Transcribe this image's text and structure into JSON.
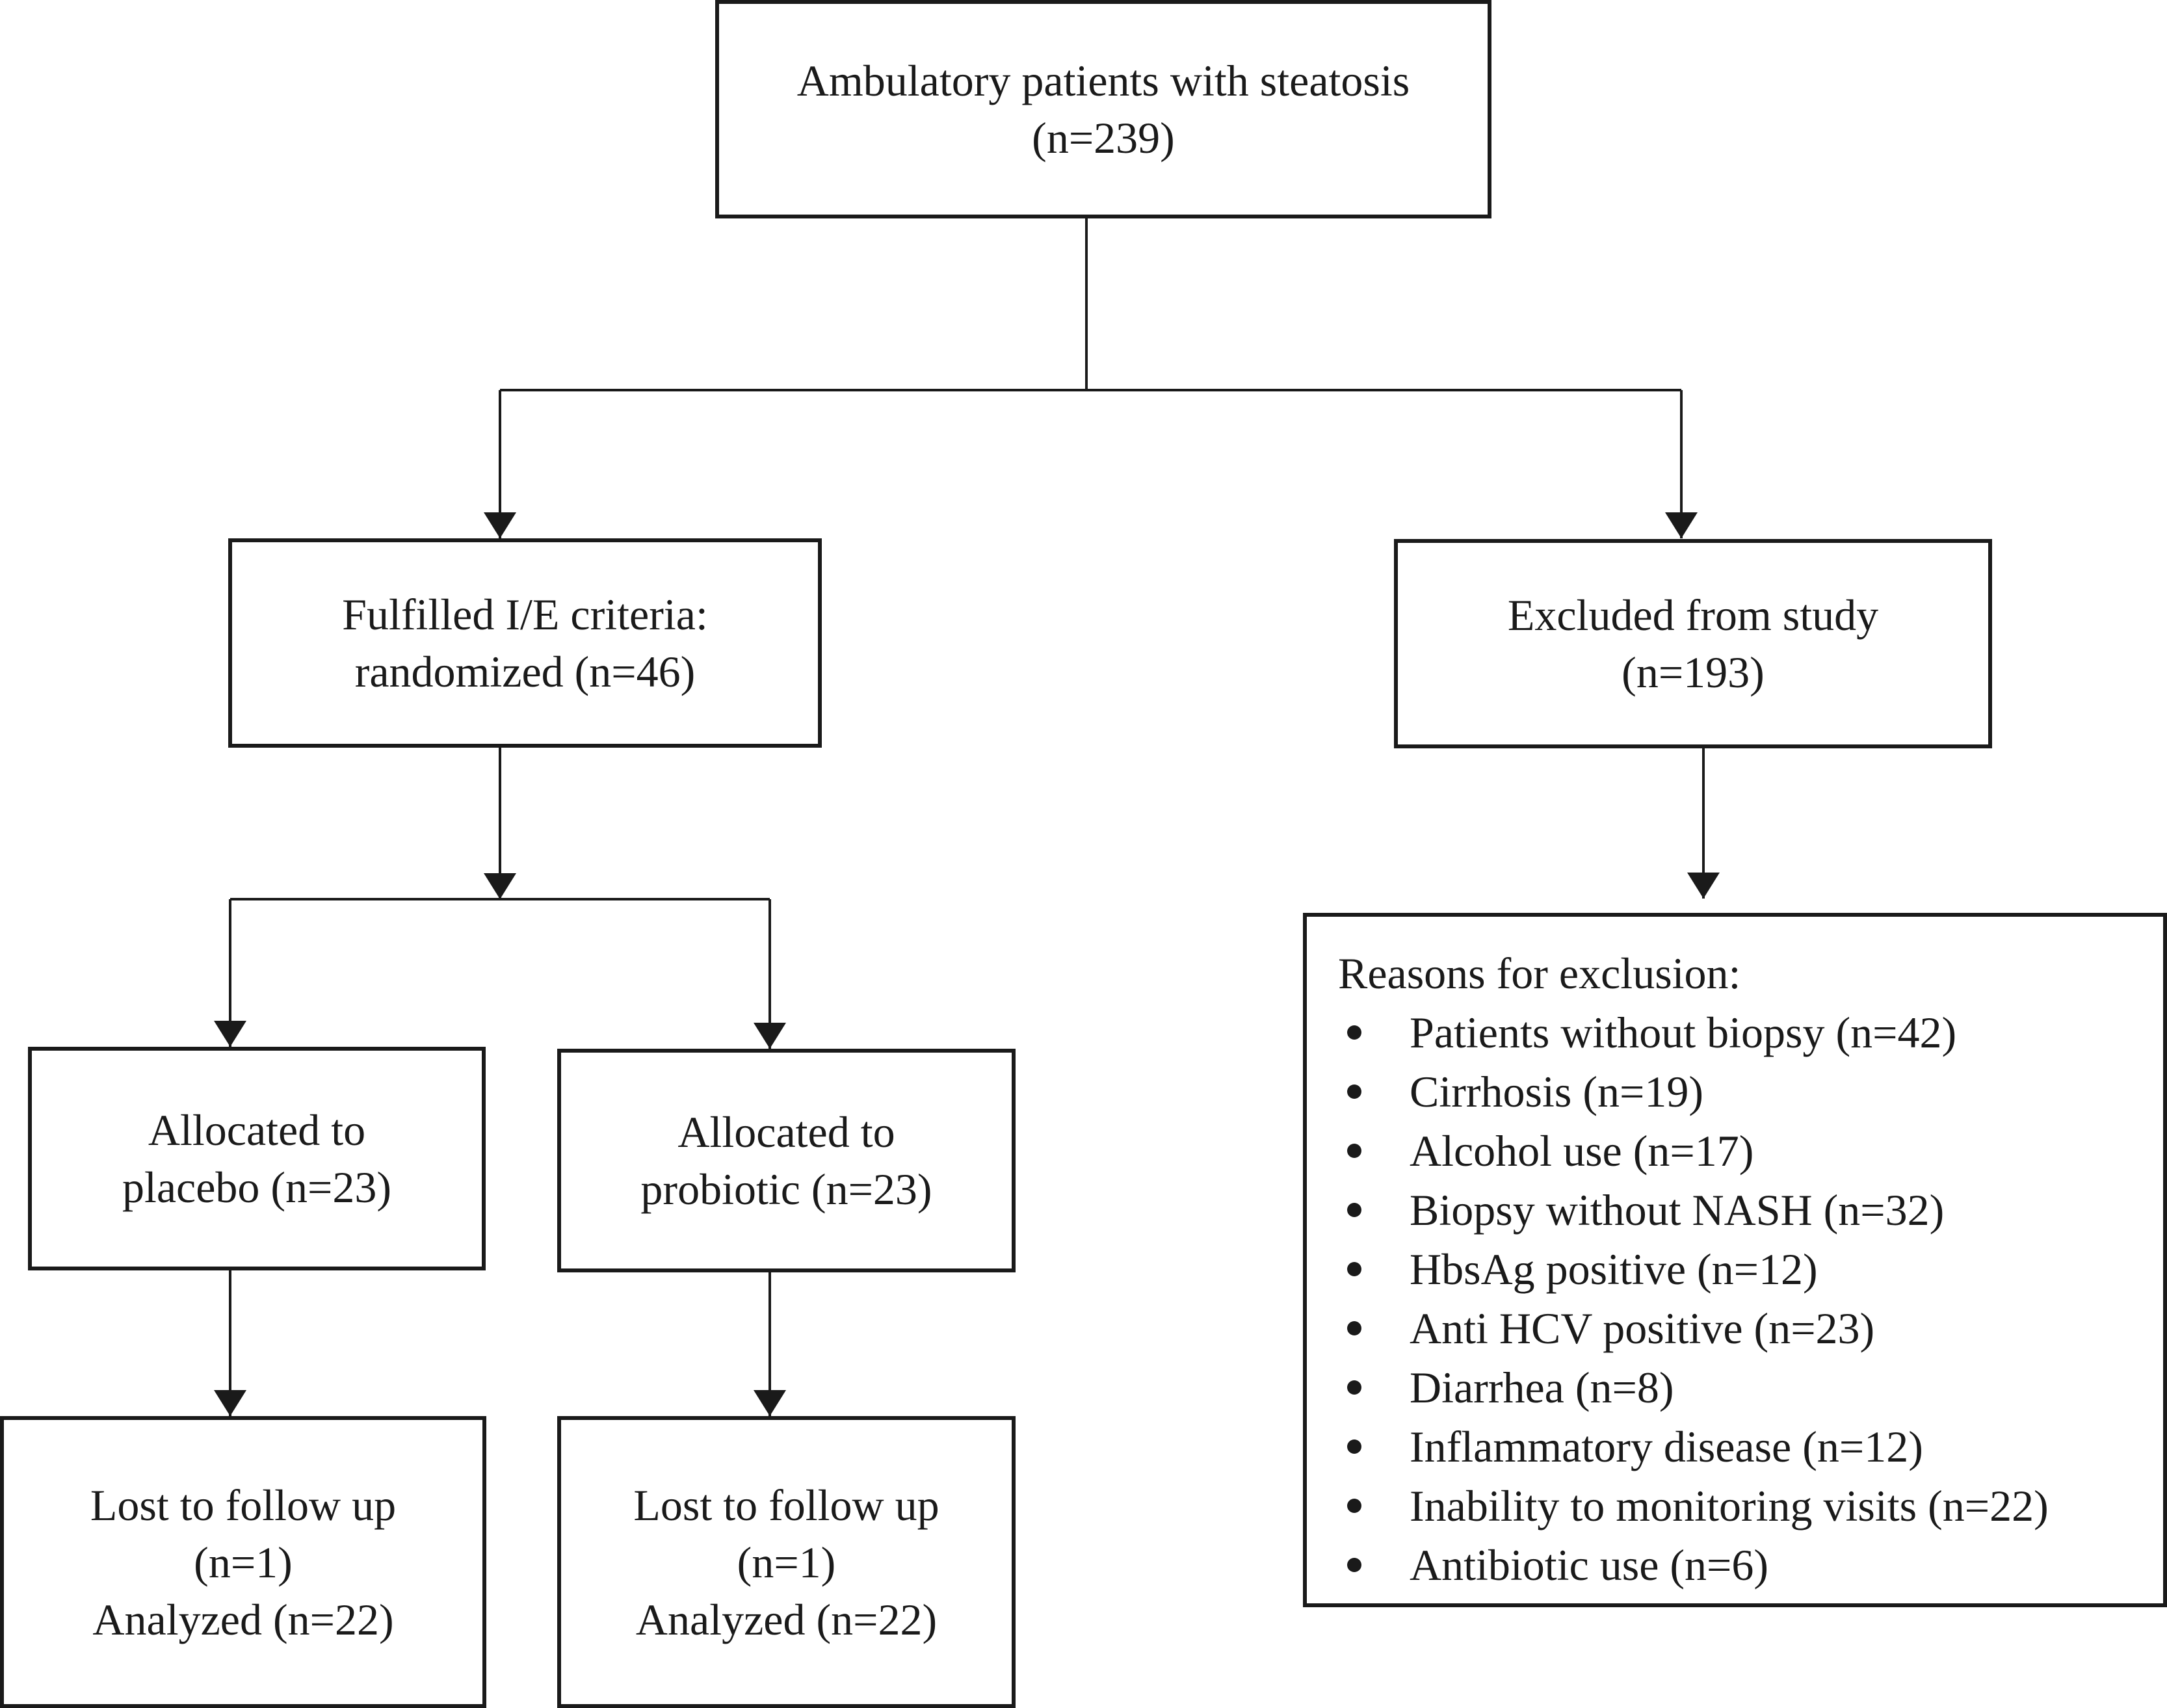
{
  "diagram": {
    "top": {
      "line1": "Ambulatory patients with steatosis",
      "line2": "(n=239)"
    },
    "randomized": {
      "line1": "Fulfilled I/E criteria:",
      "line2": "randomized (n=46)"
    },
    "excluded": {
      "line1": "Excluded from study",
      "line2": "(n=193)"
    },
    "placebo": {
      "line1": "Allocated to",
      "line2": "placebo (n=23)"
    },
    "probiotic": {
      "line1": "Allocated to",
      "line2": "probiotic (n=23)"
    },
    "placebo_outcome": {
      "line1": "Lost to follow up",
      "line2": "(n=1)",
      "line3": "Analyzed (n=22)"
    },
    "probiotic_outcome": {
      "line1": "Lost to follow up",
      "line2": "(n=1)",
      "line3": "Analyzed (n=22)"
    },
    "reasons": {
      "title": "Reasons for exclusion:",
      "items": [
        "Patients without biopsy (n=42)",
        "Cirrhosis (n=19)",
        "Alcohol use (n=17)",
        "Biopsy without NASH (n=32)",
        "HbsAg positive (n=12)",
        "Anti HCV positive (n=23)",
        "Diarrhea (n=8)",
        "Inflammatory disease (n=12)",
        "Inability to monitoring visits (n=22)",
        "Antibiotic use (n=6)"
      ]
    }
  }
}
